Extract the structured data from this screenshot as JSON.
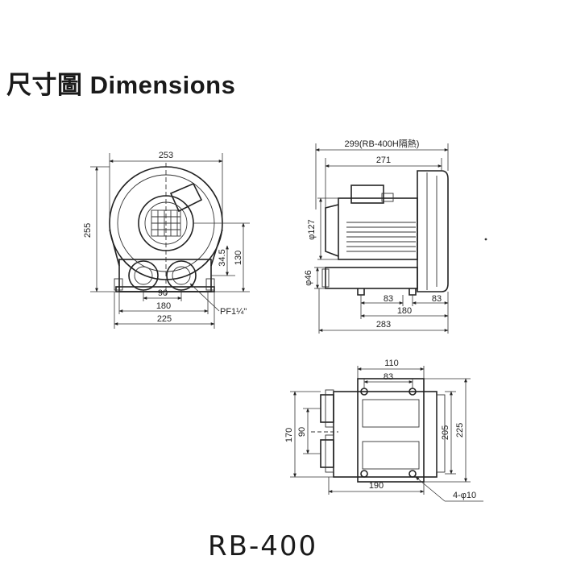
{
  "header": {
    "title": "尺寸圖 Dimensions"
  },
  "model": "RB-400",
  "front_view": {
    "width_top": "253",
    "height_total": "255",
    "height_130": "130",
    "height_345": "34.5",
    "port_spacing": "90",
    "base_inner": "180",
    "base_outer": "225",
    "pipe_thread": "PF1¼\""
  },
  "side_view": {
    "overall_heat": "299(RB-400H隔熱)",
    "length_271": "271",
    "motor_dia": "φ127",
    "outlet_dia": "φ46",
    "foot_a": "83",
    "foot_b": "83",
    "foot_span": "180",
    "length_283": "283"
  },
  "bottom_view": {
    "width_110": "110",
    "width_83": "83",
    "height_170": "170",
    "height_90": "90",
    "height_205": "205",
    "height_225": "225",
    "width_190": "190",
    "holes": "4-φ10"
  }
}
